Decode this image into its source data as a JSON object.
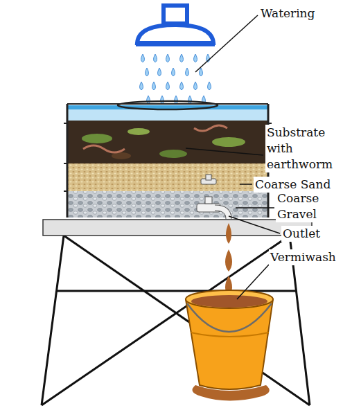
{
  "diagram": {
    "labels": [
      "Watering",
      "Substrate with earthworm",
      "Coarse Sand",
      "Coarse Gravel",
      "Outlet",
      "Vermiwash"
    ]
  }
}
